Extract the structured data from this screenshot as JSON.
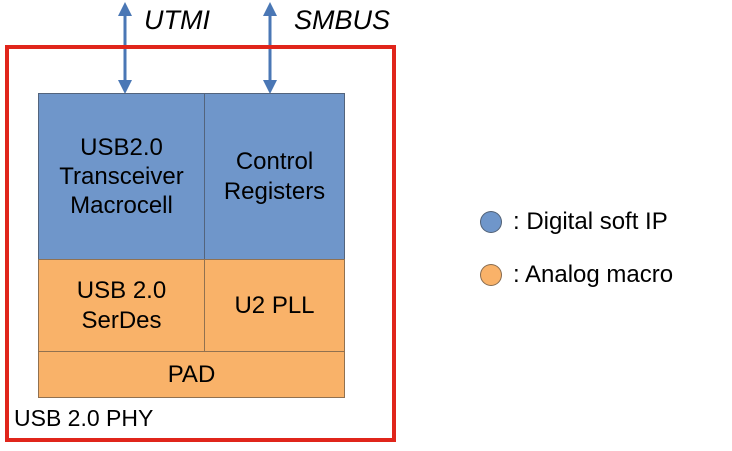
{
  "colors": {
    "digital": "#6f96ca",
    "analog": "#f9b269",
    "red": "#e0251b",
    "arrow": "#4a77b5"
  },
  "buses": [
    {
      "label": "UTMI"
    },
    {
      "label": "SMBUS"
    }
  ],
  "blocks": [
    {
      "label": "USB2.0\nTransceiver\nMacrocell",
      "type": "digital"
    },
    {
      "label": "Control\nRegisters",
      "type": "digital"
    },
    {
      "label": "USB 2.0\nSerDes",
      "type": "analog"
    },
    {
      "label": "U2 PLL",
      "type": "analog"
    },
    {
      "label": "PAD",
      "type": "analog"
    }
  ],
  "phy_label": "USB 2.0 PHY",
  "legend": [
    {
      "type": "digital",
      "label": ": Digital soft IP"
    },
    {
      "type": "analog",
      "label": ": Analog macro"
    }
  ]
}
